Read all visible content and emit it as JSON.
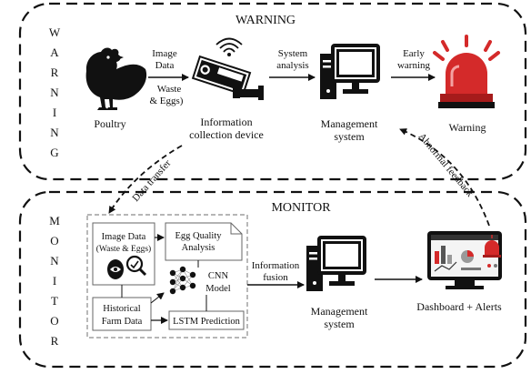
{
  "warning_section": {
    "title": "WARNING",
    "side_letters": [
      "W",
      "A",
      "R",
      "N",
      "I",
      "N",
      "G"
    ],
    "poultry_label": "Poultry",
    "image_data_line1": "Image",
    "image_data_line2": "Data",
    "waste_line1": "Waste",
    "waste_line2": "& Eggs)",
    "device_line1": "Information",
    "device_line2": "collection device",
    "system_analysis_line1": "System",
    "system_analysis_line2": "analysis",
    "mgmt_line1": "Management",
    "mgmt_line2": "system",
    "early_line1": "Early",
    "early_line2": "warning",
    "warning_label": "Warning"
  },
  "monitor_section": {
    "title": "MONITOR",
    "side_letters": [
      "M",
      "O",
      "N",
      "I",
      "T",
      "O",
      "R"
    ],
    "image_data_line1": "Image Data",
    "image_data_line2": "(Waste & Eggs)",
    "egg_quality_line1": "Egg Quality",
    "egg_quality_line2": "Analysis",
    "cnn_line1": "CNN",
    "cnn_line2": "Model",
    "historical_line1": "Historical",
    "historical_line2": "Farm Data",
    "lstm_label": "LSTM Prediction",
    "fusion_line1": "Information",
    "fusion_line2": "fusion",
    "mgmt_line1": "Management",
    "mgmt_line2": "system",
    "dashboard_label": "Dashboard + Alerts"
  },
  "links": {
    "data_transfer": "Data transfer",
    "abnormal_feedback": "Abnormal feedback"
  },
  "colors": {
    "ink": "#111111",
    "alarm_red": "#d42a2a",
    "alarm_dark": "#a61b1b",
    "dash_grey": "#8a8a8a"
  },
  "icons": [
    "chicken-icon",
    "camera-icon",
    "computer-icon",
    "alarm-icon",
    "egg-icon",
    "neural-net-icon",
    "dashboard-icon"
  ]
}
